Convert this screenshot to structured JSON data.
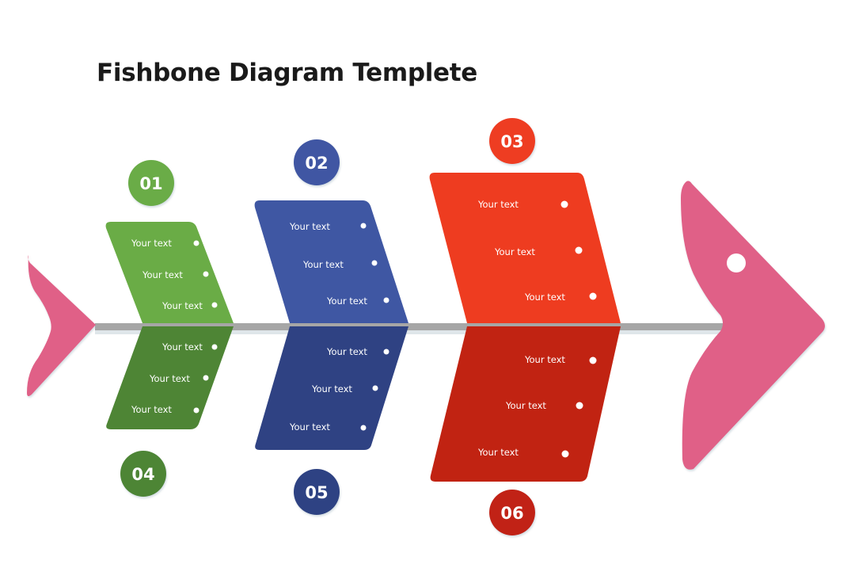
{
  "title": "Fishbone Diagram Templete",
  "colors": {
    "spine": "#a6a6a6",
    "fish": "#e06187",
    "green_light": "#6aac46",
    "green_dark": "#4e8535",
    "blue_light": "#3f57a3",
    "blue_dark": "#2f4283",
    "red_light": "#ee3c20",
    "red_dark": "#c12312"
  },
  "bones": [
    {
      "number": "01",
      "position": "top",
      "items": [
        "Your text",
        "Your text",
        "Your text"
      ]
    },
    {
      "number": "02",
      "position": "top",
      "items": [
        "Your text",
        "Your text",
        "Your text"
      ]
    },
    {
      "number": "03",
      "position": "top",
      "items": [
        "Your text",
        "Your text",
        "Your text"
      ]
    },
    {
      "number": "04",
      "position": "bottom",
      "items": [
        "Your text",
        "Your text",
        "Your text"
      ]
    },
    {
      "number": "05",
      "position": "bottom",
      "items": [
        "Your text",
        "Your text",
        "Your text"
      ]
    },
    {
      "number": "06",
      "position": "bottom",
      "items": [
        "Your text",
        "Your text",
        "Your text"
      ]
    }
  ]
}
